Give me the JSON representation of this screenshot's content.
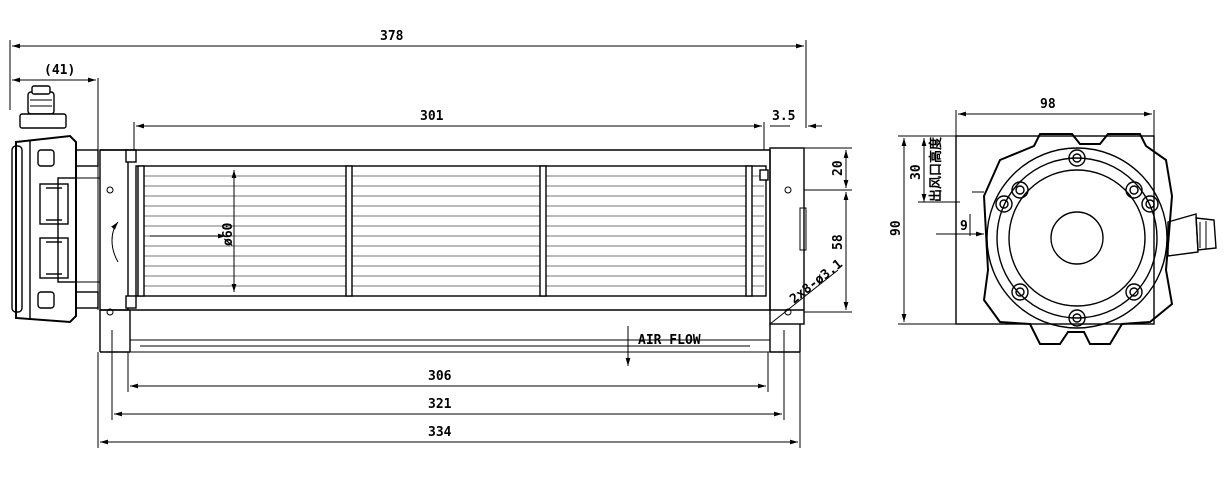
{
  "dimensions": {
    "overall_length": "378",
    "motor_offset": "(41)",
    "impeller_length": "301",
    "end_gap": "3.5",
    "outlet_offset": "20",
    "impeller_diameter": "ø60",
    "side_height": "58",
    "mounting_holes": "2x8-ø3.1",
    "base_inner": "306",
    "base_mid": "321",
    "base_outer": "334",
    "end_width": "98",
    "end_height": "90",
    "outlet_height_value": "30",
    "outlet_height_label": "出风口高度",
    "outlet_depth": "9"
  },
  "labels": {
    "air_flow": "AIR FLOW"
  }
}
